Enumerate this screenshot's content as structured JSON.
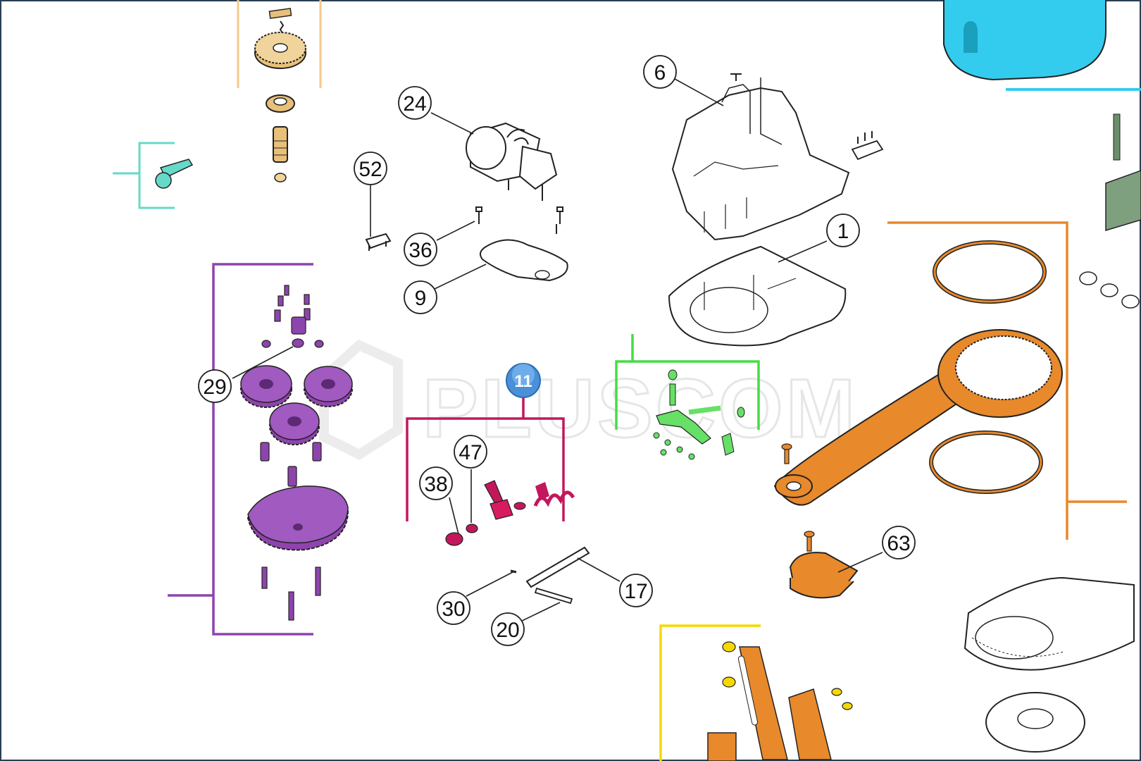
{
  "watermark": "PLUSCOM",
  "selected_group": {
    "badge": "11",
    "bracket_color": "#c2185b"
  },
  "group_colors": {
    "motor_gears_top": "#e8c07a",
    "key_release": "#66d9c9",
    "planetary_gears": "#8e44ad",
    "selection_group_11": "#c2185b",
    "limit_switch_group": "#44dd44",
    "cover": "#33ccee",
    "arm_group": "#e8892b",
    "bracket_group": "#f5d800",
    "outline": "#222222"
  },
  "callouts": [
    {
      "id": "24",
      "label": "24"
    },
    {
      "id": "52",
      "label": "52"
    },
    {
      "id": "36",
      "label": "36"
    },
    {
      "id": "9",
      "label": "9"
    },
    {
      "id": "6",
      "label": "6"
    },
    {
      "id": "1",
      "label": "1"
    },
    {
      "id": "29",
      "label": "29"
    },
    {
      "id": "47",
      "label": "47"
    },
    {
      "id": "38",
      "label": "38"
    },
    {
      "id": "17",
      "label": "17"
    },
    {
      "id": "30",
      "label": "30"
    },
    {
      "id": "20",
      "label": "20"
    },
    {
      "id": "63",
      "label": "63"
    }
  ]
}
